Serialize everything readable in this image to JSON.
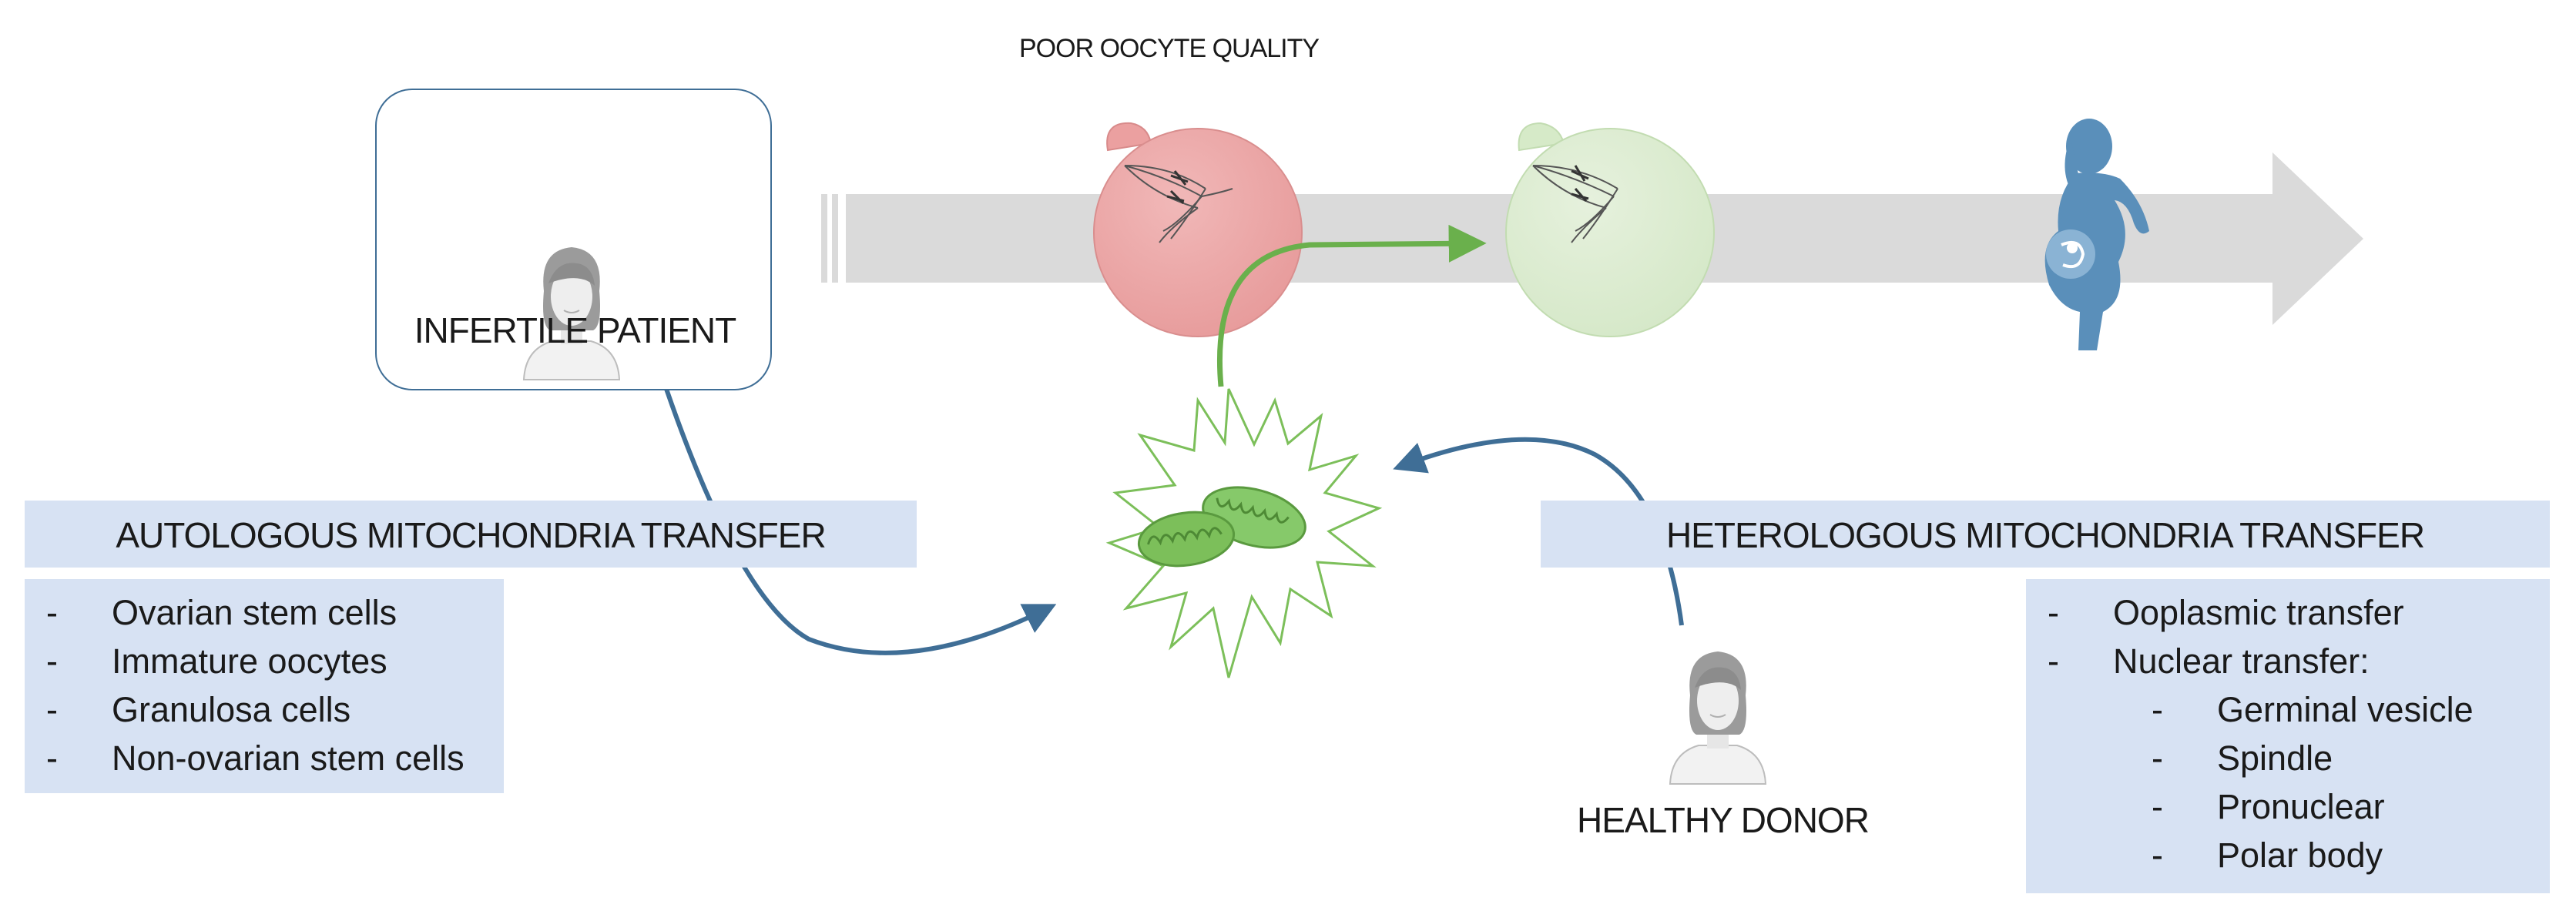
{
  "diagram": {
    "top_label": "POOR OOCYTE QUALITY",
    "patient": {
      "label": "INFERTILE PATIENT",
      "icon": "woman-portrait-icon"
    },
    "donor": {
      "label": "HEALTHY DONOR",
      "icon": "woman-portrait-icon"
    },
    "autologous": {
      "title": "AUTOLOGOUS MITOCHONDRIA TRANSFER",
      "items": [
        "Ovarian stem cells",
        "Immature oocytes",
        "Granulosa cells",
        "Non-ovarian stem cells"
      ]
    },
    "heterologous": {
      "title": "HETEROLOGOUS MITOCHONDRIA TRANSFER",
      "items": [
        "Ooplasmic transfer",
        "Nuclear transfer:"
      ],
      "sub_items": [
        "Germinal vesicle",
        "Spindle",
        "Pronuclear",
        "Polar body"
      ]
    },
    "bullet": "-",
    "icons": [
      "oocyte-poor-icon",
      "oocyte-healthy-icon",
      "mitochondria-icon",
      "pregnant-woman-icon",
      "progress-arrow-icon"
    ],
    "colors": {
      "arrow_gray": "#dadada",
      "poor_oocyte": "#eca6a6",
      "healthy_oocyte": "#ddecd2",
      "green_arrow": "#6ab04c",
      "blue_arrow": "#3f6e96",
      "box_fill": "#d7e2f3",
      "pregnant": "#5a8fba"
    }
  }
}
